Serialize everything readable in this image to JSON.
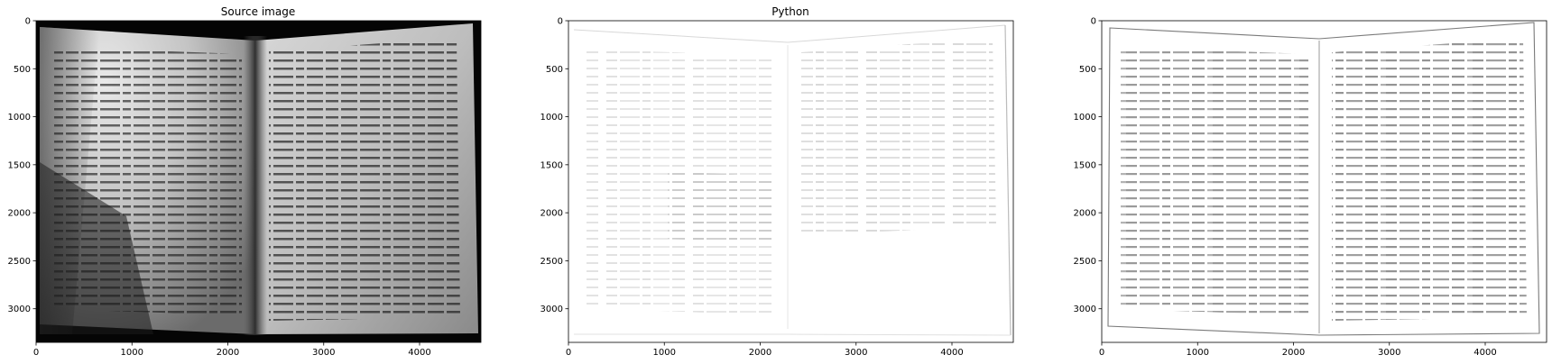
{
  "figure": {
    "background": "#ffffff",
    "axes_color": "#000000"
  },
  "chart_data": [
    {
      "type": "image",
      "title": "Source image",
      "content": "grayscale photograph of an open book with printed text",
      "colormap": "gray",
      "xlim": [
        0,
        4640
      ],
      "ylim": [
        3350,
        0
      ],
      "xticks": [
        0,
        1000,
        2000,
        3000,
        4000
      ],
      "yticks": [
        0,
        500,
        1000,
        1500,
        2000,
        2500,
        3000
      ],
      "xtick_labels": [
        "0",
        "1000",
        "2000",
        "3000",
        "4000"
      ],
      "ytick_labels": [
        "0",
        "500",
        "1000",
        "1500",
        "2000",
        "2500",
        "3000"
      ]
    },
    {
      "type": "image",
      "title": "Python",
      "content": "binarized result: mostly white with faint faded text",
      "colormap": "gray",
      "xlim": [
        0,
        4640
      ],
      "ylim": [
        3350,
        0
      ],
      "xticks": [
        0,
        1000,
        2000,
        3000,
        4000
      ],
      "yticks": [
        0,
        500,
        1000,
        1500,
        2000,
        2500,
        3000
      ],
      "xtick_labels": [
        "0",
        "1000",
        "2000",
        "3000",
        "4000"
      ],
      "ytick_labels": [
        "0",
        "500",
        "1000",
        "1500",
        "2000",
        "2500",
        "3000"
      ]
    },
    {
      "type": "image",
      "title": "",
      "content": "binarized result: white background with page outline and readable text",
      "colormap": "gray",
      "xlim": [
        0,
        4640
      ],
      "ylim": [
        3350,
        0
      ],
      "xticks": [
        0,
        1000,
        2000,
        3000,
        4000
      ],
      "yticks": [
        0,
        500,
        1000,
        1500,
        2000,
        2500,
        3000
      ],
      "xtick_labels": [
        "0",
        "1000",
        "2000",
        "3000",
        "4000"
      ],
      "ytick_labels": [
        "0",
        "500",
        "1000",
        "1500",
        "2000",
        "2500",
        "3000"
      ]
    }
  ]
}
